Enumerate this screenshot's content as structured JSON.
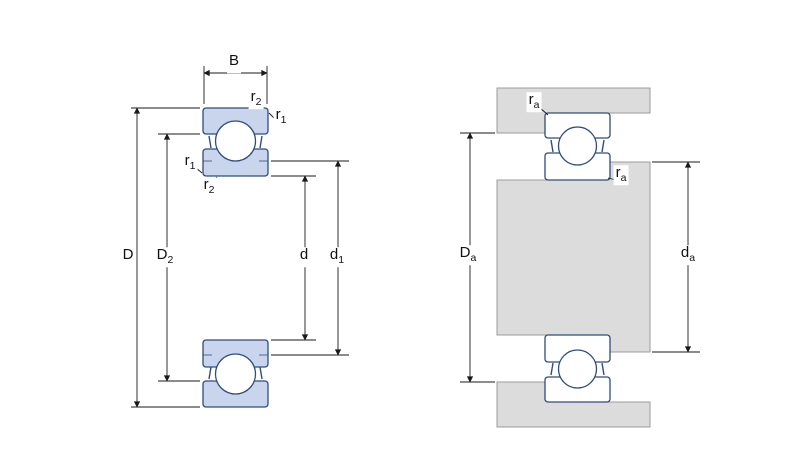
{
  "diagram": {
    "description": "Ball bearing cross-section with boundary dimensions (left) and abutment/fillet dimensions (right)"
  },
  "labels": {
    "width": {
      "main": "B",
      "sub": ""
    },
    "r2_upper": {
      "main": "r",
      "sub": "2"
    },
    "r1_upper": {
      "main": "r",
      "sub": "1"
    },
    "r1_inner": {
      "main": "r",
      "sub": "1"
    },
    "r2_inner": {
      "main": "r",
      "sub": "2"
    },
    "outer_diameter": {
      "main": "D",
      "sub": ""
    },
    "recess_diameter": {
      "main": "D",
      "sub": "2"
    },
    "bore_diameter": {
      "main": "d",
      "sub": ""
    },
    "shoulder_diameter": {
      "main": "d",
      "sub": "1"
    },
    "ra_housing": {
      "main": "r",
      "sub": "a"
    },
    "ra_shaft": {
      "main": "r",
      "sub": "a"
    },
    "housing_abutment_diameter": {
      "main": "D",
      "sub": "a"
    },
    "shaft_abutment_diameter": {
      "main": "d",
      "sub": "a"
    }
  },
  "colors": {
    "ring_fill": "#c9d5ec",
    "ring_outline": "#2e4d7b",
    "steel_fill": "#dcdcdc",
    "steel_outline": "#9b9b9b",
    "dimension_line": "#1a1a1a"
  }
}
